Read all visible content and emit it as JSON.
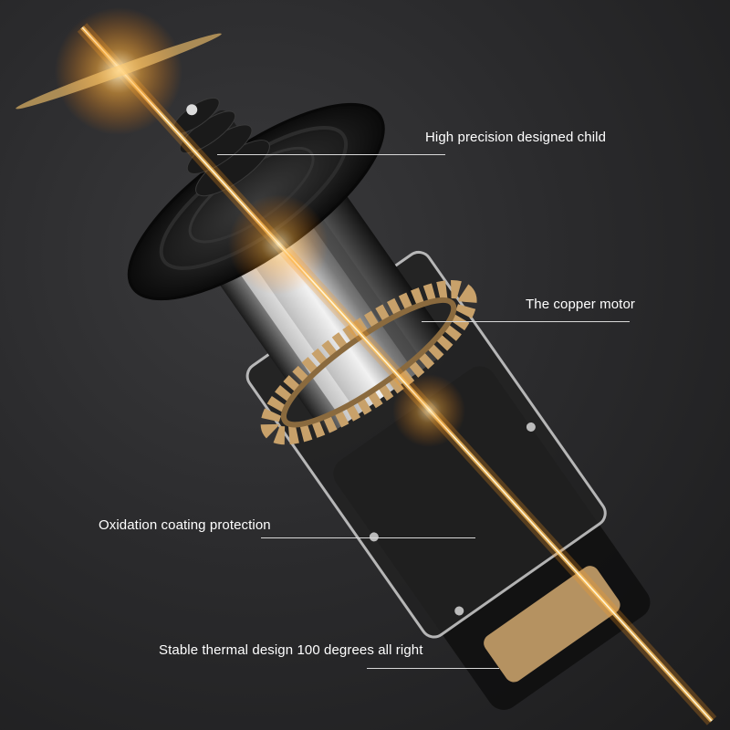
{
  "callouts": [
    {
      "id": "precision",
      "label": "High precision designed child"
    },
    {
      "id": "copper",
      "label": "The copper motor"
    },
    {
      "id": "oxidation",
      "label": "Oxidation coating protection"
    },
    {
      "id": "thermal",
      "label": "Stable thermal design 100 degrees all right"
    }
  ],
  "colors": {
    "background": "#2b2b2d",
    "glow": "#ffb347",
    "copper": "#c8a16a",
    "label_text": "#ffffff"
  }
}
